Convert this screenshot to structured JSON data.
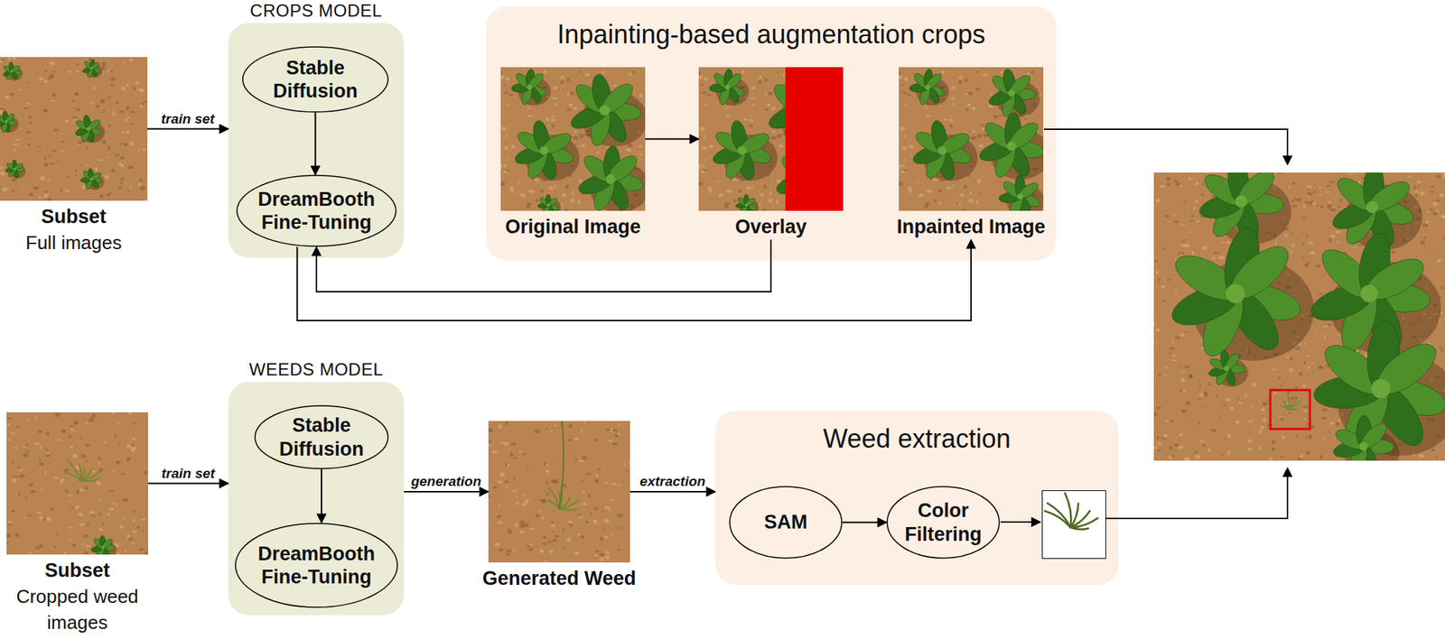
{
  "diagram": {
    "nodes": [
      {
        "text": [
          "Subset",
          "Full images"
        ]
      },
      {
        "text": [
          "CROPS MODEL"
        ]
      },
      {
        "text": [
          "Stable Diffusion"
        ],
        "in": 1
      },
      {
        "text": [
          "DreamBooth Fine-Tuning"
        ],
        "in": 1
      },
      {
        "text": [
          "Inpainting-based augmentation crops"
        ]
      },
      {
        "text": [
          "Original Image"
        ],
        "in": 4
      },
      {
        "text": [
          "Overlay"
        ],
        "in": 4
      },
      {
        "text": [
          "Inpainted Image"
        ],
        "in": 4
      },
      {
        "text": [
          "Subset",
          "Cropped weed images"
        ]
      },
      {
        "text": [
          "WEEDS MODEL"
        ]
      },
      {
        "text": [
          "Stable Diffusion"
        ],
        "in": 9
      },
      {
        "text": [
          "DreamBooth Fine-Tuning"
        ],
        "in": 9
      },
      {
        "text": [
          "Generated Weed"
        ]
      },
      {
        "text": [
          "Weed extraction"
        ]
      },
      {
        "text": [
          "SAM"
        ],
        "in": 13
      },
      {
        "text": [
          "Color Filtering"
        ],
        "in": 13
      }
    ],
    "edges": [
      {
        "from": 0,
        "to": 1,
        "label": "train set",
        "arrow": "to"
      },
      {
        "from": 2,
        "to": 3,
        "arrow": "to"
      },
      {
        "from": 5,
        "to": 6,
        "arrow": "to"
      },
      {
        "from": 6,
        "to": 3,
        "arrow": "to"
      },
      {
        "from": 3,
        "to": 7,
        "arrow": "to"
      },
      {
        "from": 8,
        "to": 9,
        "label": "train set",
        "arrow": "to"
      },
      {
        "from": 10,
        "to": 11,
        "arrow": "to"
      },
      {
        "from": 9,
        "to": 12,
        "label": "generation",
        "arrow": "to"
      },
      {
        "from": 12,
        "to": 13,
        "label": "extraction",
        "arrow": "to"
      },
      {
        "from": 14,
        "to": 15,
        "arrow": "to"
      }
    ]
  }
}
